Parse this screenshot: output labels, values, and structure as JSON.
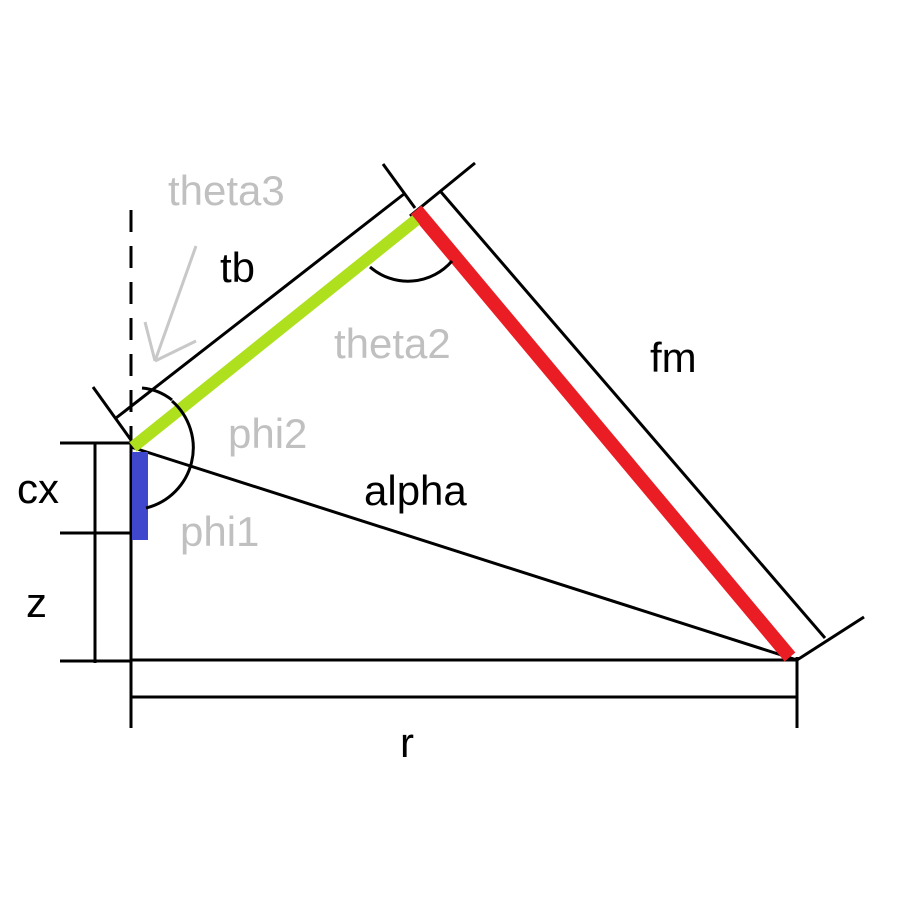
{
  "labels": {
    "theta3": "theta3",
    "tb": "tb",
    "theta2": "theta2",
    "fm": "fm",
    "phi2": "phi2",
    "alpha": "alpha",
    "cx": "cx",
    "phi1": "phi1",
    "z": "z",
    "r": "r"
  },
  "colors": {
    "ink": "#000000",
    "angle_label": "#c0c0c0",
    "arrow": "#c8c8c8",
    "segment_tb": "#aee01e",
    "segment_fm": "#ea1c24",
    "segment_cx": "#3f48cc"
  }
}
